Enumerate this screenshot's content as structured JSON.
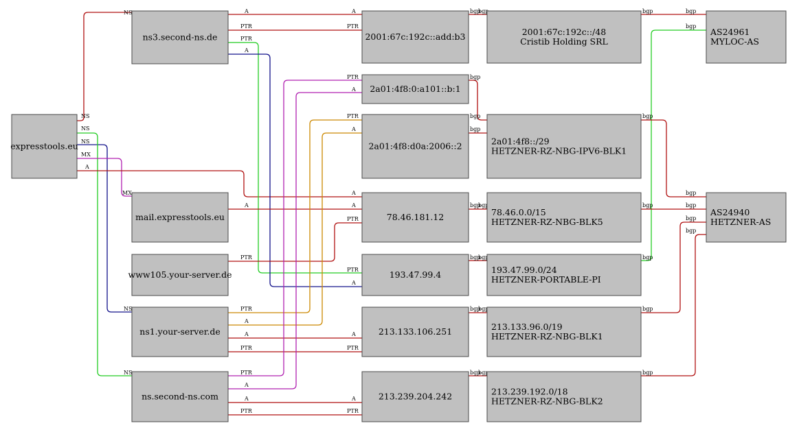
{
  "colors": {
    "red": "#b01010",
    "green": "#22cc22",
    "blue": "#10108a",
    "magenta": "#b020b0",
    "orange": "#cc8800"
  },
  "nodes": {
    "expresstools": {
      "lines": [
        "expresstools.eu"
      ]
    },
    "ns3": {
      "lines": [
        "ns3.second-ns.de"
      ]
    },
    "mail": {
      "lines": [
        "mail.expresstools.eu"
      ]
    },
    "www105": {
      "lines": [
        "www105.your-server.de"
      ]
    },
    "ns1": {
      "lines": [
        "ns1.your-server.de"
      ]
    },
    "nssecond": {
      "lines": [
        "ns.second-ns.com"
      ]
    },
    "ip6a": {
      "lines": [
        "2001:67c:192c::add:b3"
      ]
    },
    "ip6b": {
      "lines": [
        "2a01:4f8:0:a101::b:1"
      ]
    },
    "ip6c": {
      "lines": [
        "2a01:4f8:d0a:2006::2"
      ]
    },
    "ip4a": {
      "lines": [
        "78.46.181.12"
      ]
    },
    "ip4b": {
      "lines": [
        "193.47.99.4"
      ]
    },
    "ip4c": {
      "lines": [
        "213.133.106.251"
      ]
    },
    "ip4d": {
      "lines": [
        "213.239.204.242"
      ]
    },
    "pfx1": {
      "lines": [
        "2001:67c:192c::/48",
        "Cristib Holding SRL"
      ]
    },
    "pfx2": {
      "lines": [
        "2a01:4f8::/29",
        "HETZNER-RZ-NBG-IPV6-BLK1"
      ]
    },
    "pfx3": {
      "lines": [
        "78.46.0.0/15",
        "HETZNER-RZ-NBG-BLK5"
      ]
    },
    "pfx4": {
      "lines": [
        "193.47.99.0/24",
        "HETZNER-PORTABLE-PI"
      ]
    },
    "pfx5": {
      "lines": [
        "213.133.96.0/19",
        "HETZNER-RZ-NBG-BLK1"
      ]
    },
    "pfx6": {
      "lines": [
        "213.239.192.0/18",
        "HETZNER-RZ-NBG-BLK2"
      ]
    },
    "as1": {
      "lines": [
        "AS24961",
        "MYLOC-AS"
      ]
    },
    "as2": {
      "lines": [
        "AS24940",
        "HETZNER-AS"
      ]
    }
  },
  "edges": [
    {
      "name": "expresstools-ns-ns3",
      "from": "expresstools",
      "to": "ns3",
      "color": "red",
      "labels": [
        "NS",
        "NS"
      ]
    },
    {
      "name": "expresstools-ns-ns1",
      "from": "expresstools",
      "to": "ns1",
      "color": "blue",
      "labels": [
        "NS",
        "NS"
      ]
    },
    {
      "name": "expresstools-ns-nssecond",
      "from": "expresstools",
      "to": "nssecond",
      "color": "green",
      "labels": [
        "NS",
        "NS"
      ]
    },
    {
      "name": "expresstools-mx-mail",
      "from": "expresstools",
      "to": "mail",
      "color": "magenta",
      "labels": [
        "MX",
        "MX"
      ]
    },
    {
      "name": "expresstools-a-ip4a",
      "from": "expresstools",
      "to": "ip4a",
      "color": "red",
      "labels": [
        "A",
        "A"
      ]
    },
    {
      "name": "ns3-a-ip6a",
      "from": "ns3",
      "to": "ip6a",
      "color": "red",
      "labels": [
        "A",
        "A"
      ]
    },
    {
      "name": "ns3-ptr-ip6a",
      "from": "ns3",
      "to": "ip6a",
      "color": "red",
      "labels": [
        "PTR",
        "PTR"
      ]
    },
    {
      "name": "ns3-ptr-ip4b",
      "from": "ns3",
      "to": "ip4b",
      "color": "green",
      "labels": [
        "PTR",
        "PTR"
      ]
    },
    {
      "name": "ns3-a-ip4b",
      "from": "ns3",
      "to": "ip4b",
      "color": "blue",
      "labels": [
        "A",
        "A"
      ]
    },
    {
      "name": "mail-a-ip4a",
      "from": "mail",
      "to": "ip4a",
      "color": "red",
      "labels": [
        "A",
        "A"
      ]
    },
    {
      "name": "www105-ptr-ip4a",
      "from": "www105",
      "to": "ip4a",
      "color": "red",
      "labels": [
        "PTR",
        "PTR"
      ]
    },
    {
      "name": "ns1-ptr-ip6c",
      "from": "ns1",
      "to": "ip6c",
      "color": "orange",
      "labels": [
        "PTR",
        "PTR"
      ]
    },
    {
      "name": "ns1-a-ip6c",
      "from": "ns1",
      "to": "ip6c",
      "color": "orange",
      "labels": [
        "A",
        "A"
      ]
    },
    {
      "name": "ns1-a-ip4c",
      "from": "ns1",
      "to": "ip4c",
      "color": "red",
      "labels": [
        "A",
        "A"
      ]
    },
    {
      "name": "ns1-ptr-ip4c",
      "from": "ns1",
      "to": "ip4c",
      "color": "red",
      "labels": [
        "PTR",
        "PTR"
      ]
    },
    {
      "name": "nssecond-ptr-ip6b",
      "from": "nssecond",
      "to": "ip6b",
      "color": "magenta",
      "labels": [
        "PTR",
        "PTR"
      ]
    },
    {
      "name": "nssecond-a-ip6b",
      "from": "nssecond",
      "to": "ip6b",
      "color": "magenta",
      "labels": [
        "A",
        "A"
      ]
    },
    {
      "name": "nssecond-a-ip4d",
      "from": "nssecond",
      "to": "ip4d",
      "color": "red",
      "labels": [
        "A",
        "A"
      ]
    },
    {
      "name": "nssecond-ptr-ip4d",
      "from": "nssecond",
      "to": "ip4d",
      "color": "red",
      "labels": [
        "PTR",
        "PTR"
      ]
    },
    {
      "name": "ip6a-bgp-pfx1",
      "from": "ip6a",
      "to": "pfx1",
      "color": "red",
      "labels": [
        "bgp",
        "bgp"
      ]
    },
    {
      "name": "ip6b-bgp-pfx2",
      "from": "ip6b",
      "to": "pfx2",
      "color": "red",
      "labels": [
        "bgp",
        "bgp"
      ]
    },
    {
      "name": "ip6c-bgp-pfx2",
      "from": "ip6c",
      "to": "pfx2",
      "color": "red",
      "labels": [
        "bgp",
        "bgp"
      ]
    },
    {
      "name": "ip4a-bgp-pfx3",
      "from": "ip4a",
      "to": "pfx3",
      "color": "red",
      "labels": [
        "bgp",
        "bgp"
      ]
    },
    {
      "name": "ip4b-bgp-pfx4",
      "from": "ip4b",
      "to": "pfx4",
      "color": "red",
      "labels": [
        "bgp",
        "bgp"
      ]
    },
    {
      "name": "ip4c-bgp-pfx5",
      "from": "ip4c",
      "to": "pfx5",
      "color": "red",
      "labels": [
        "bgp",
        "bgp"
      ]
    },
    {
      "name": "ip4d-bgp-pfx6",
      "from": "ip4d",
      "to": "pfx6",
      "color": "red",
      "labels": [
        "bgp",
        "bgp"
      ]
    },
    {
      "name": "pfx1-bgp-as1",
      "from": "pfx1",
      "to": "as1",
      "color": "red",
      "labels": [
        "bgp",
        "bgp"
      ]
    },
    {
      "name": "pfx4-bgp-as1",
      "from": "pfx4",
      "to": "as1",
      "color": "green",
      "labels": [
        "bgp",
        "bgp"
      ]
    },
    {
      "name": "pfx2-bgp-as2",
      "from": "pfx2",
      "to": "as2",
      "color": "red",
      "labels": [
        "bgp",
        "bgp"
      ]
    },
    {
      "name": "pfx3-bgp-as2",
      "from": "pfx3",
      "to": "as2",
      "color": "red",
      "labels": [
        "bgp",
        "bgp"
      ]
    },
    {
      "name": "pfx5-bgp-as2",
      "from": "pfx5",
      "to": "as2",
      "color": "red",
      "labels": [
        "bgp",
        "bgp"
      ]
    },
    {
      "name": "pfx6-bgp-as2",
      "from": "pfx6",
      "to": "as2",
      "color": "red",
      "labels": [
        "bgp",
        "bgp"
      ]
    }
  ]
}
